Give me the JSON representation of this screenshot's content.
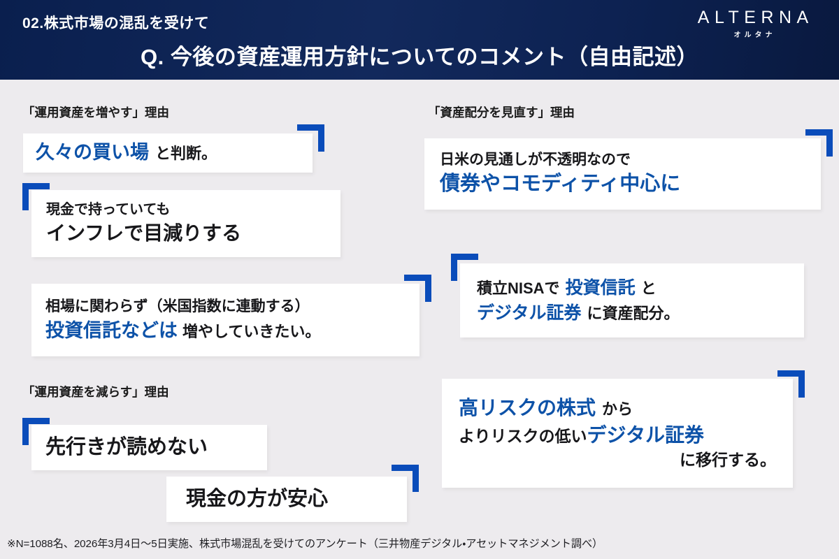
{
  "header": {
    "eyebrow": "02.株式市場の混乱を受けて",
    "title": "Q. 今後の資産運用方針についてのコメント（自由記述）",
    "logo_main": "ALTERNA",
    "logo_sub": "オルタナ",
    "bg_color": "#0a1f4e"
  },
  "colors": {
    "accent_blue": "#0a4cba",
    "text_blue": "#0d52a8",
    "text_black": "#17171a",
    "page_bg": "#edebee",
    "card_bg": "#ffffff"
  },
  "sections": {
    "increase": {
      "label": "「運用資産を増やす」理由"
    },
    "rebalance": {
      "label": "「資産配分を見直す」理由"
    },
    "decrease": {
      "label": "「運用資産を減らす」理由"
    }
  },
  "cards": {
    "c1": {
      "line1_a": "久々の買い場",
      "line1_b": "と判断。"
    },
    "c2": {
      "line1": "現金で持っていても",
      "line2": "インフレで目減りする"
    },
    "c3": {
      "line1": "相場に関わらず（米国指数に連動する）",
      "line2_a": "投資信託などは",
      "line2_b": "増やしていきたい。"
    },
    "c4": {
      "line1": "先行きが読めない"
    },
    "c5": {
      "line1": "現金の方が安心"
    },
    "c6": {
      "line1": "日米の見通しが不透明なので",
      "line2_a": "債券や",
      "line2_b": "コモディティ中心に"
    },
    "c7": {
      "line1_a": "積立NISAで",
      "line1_b": "投資信託",
      "line1_c": "と",
      "line2_a": "デジタル証券",
      "line2_b": "に資産配分。"
    },
    "c8": {
      "line1_a": "高リスクの株式",
      "line1_b": "から",
      "line2_a": "よりリスクの低い",
      "line2_b": "デジタル証券",
      "line3": "に移行する。"
    }
  },
  "footnote": "※N=1088名、2026年3月4日〜5日実施、株式市場混乱を受けてのアンケート（三井物産デジタル・アセットマネジメント調べ）"
}
